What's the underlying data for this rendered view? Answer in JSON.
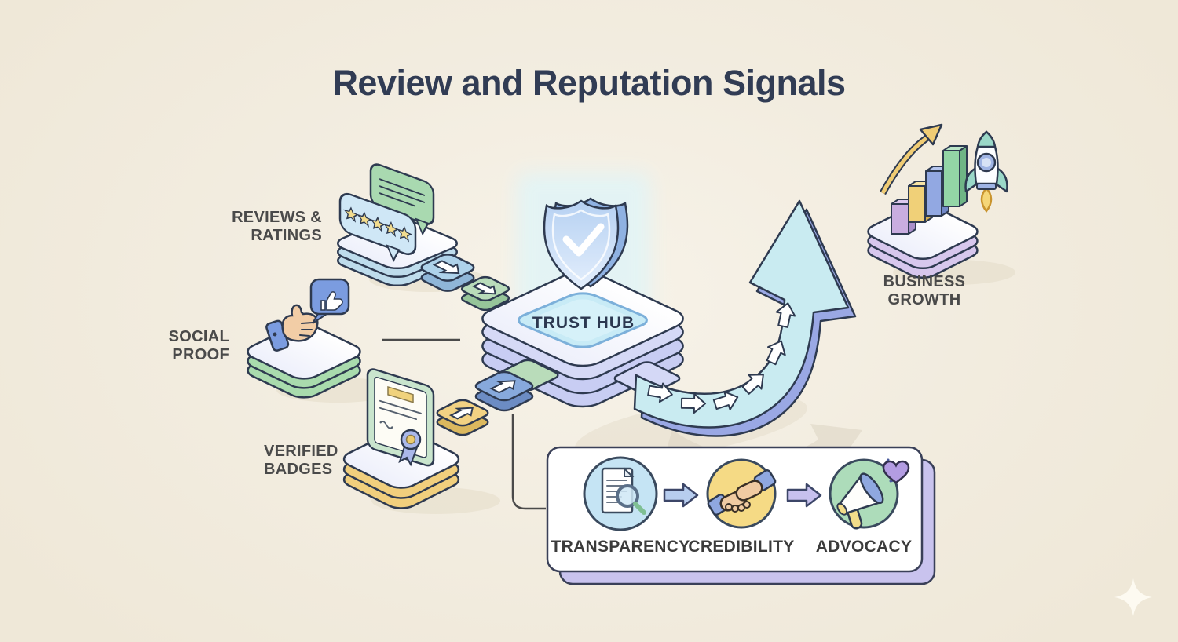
{
  "title": "Review and Reputation Signals",
  "diagram": {
    "sources": [
      {
        "id": "reviews",
        "label": "REVIEWS &\nRATINGS",
        "icon": "star-review-bubbles-icon"
      },
      {
        "id": "social",
        "label": "SOCIAL\nPROOF",
        "icon": "thumbs-up-icon"
      },
      {
        "id": "verified",
        "label": "VERIFIED\nBADGES",
        "icon": "certificate-icon"
      }
    ],
    "hub": {
      "label": "TRUST HUB",
      "icon": "shield-check-icon"
    },
    "outcome": {
      "label": "BUSINESS\nGROWTH",
      "icons": [
        "bar-chart-icon",
        "growth-arrow-icon",
        "rocket-icon"
      ]
    },
    "pipeline": {
      "steps": [
        {
          "label": "TRANSPARENCY",
          "icon": "document-magnifier-icon",
          "circle_color": "#c5e4f4"
        },
        {
          "label": "CREDIBILITY",
          "icon": "handshake-icon",
          "circle_color": "#f5da85"
        },
        {
          "label": "ADVOCACY",
          "icon": "megaphone-heart-icon",
          "circle_color": "#addcba"
        }
      ]
    }
  },
  "colors": {
    "background": "#f2ecdf",
    "outline": "#2e3a50",
    "title_text": "#313c54",
    "label_text": "#4a4a4a",
    "hub_tile": "#c8ebf6",
    "big_arrow": "#c9ebf1",
    "big_arrow_side": "#9aa8e4",
    "card_shadow": "#c9c3ee",
    "star_yellow": "#f2dc8e",
    "green": "#a9d9b0",
    "yellow": "#f2d283",
    "blue": "#aed2ea",
    "purple": "#c9ade0"
  }
}
